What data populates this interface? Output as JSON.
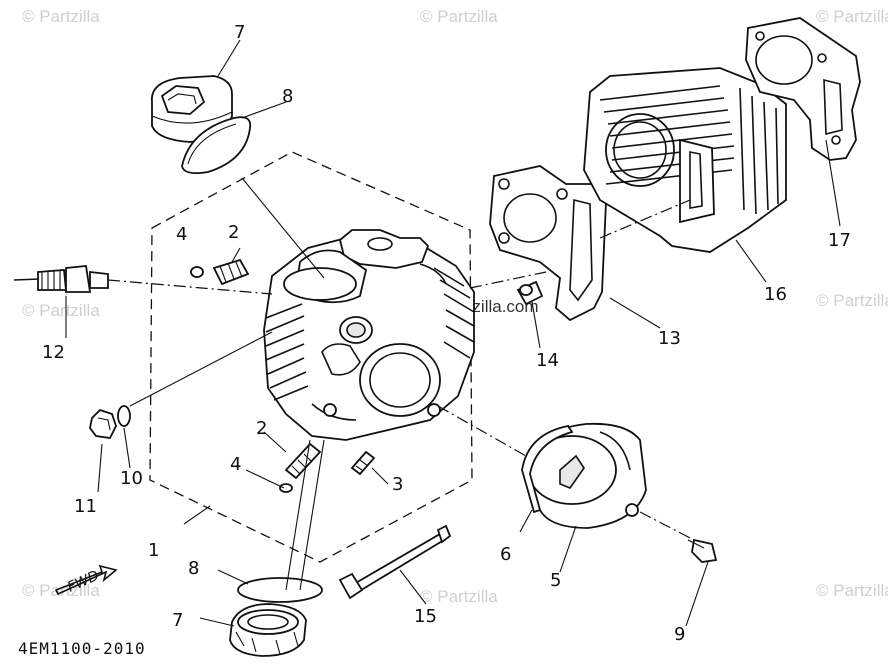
{
  "watermark": {
    "text": "© Partzilla",
    "center_text": "© Partzilla.com"
  },
  "diagram_code": "4EM1100-2010",
  "fwd_label": "FWD",
  "callouts": {
    "c1": "1",
    "c2a": "2",
    "c2b": "2",
    "c3": "3",
    "c4a": "4",
    "c4b": "4",
    "c5": "5",
    "c6": "6",
    "c7a": "7",
    "c7b": "7",
    "c8a": "8",
    "c8b": "8",
    "c9": "9",
    "c10": "10",
    "c11": "11",
    "c12": "12",
    "c13": "13",
    "c14": "14",
    "c15": "15",
    "c16": "16",
    "c17": "17"
  }
}
